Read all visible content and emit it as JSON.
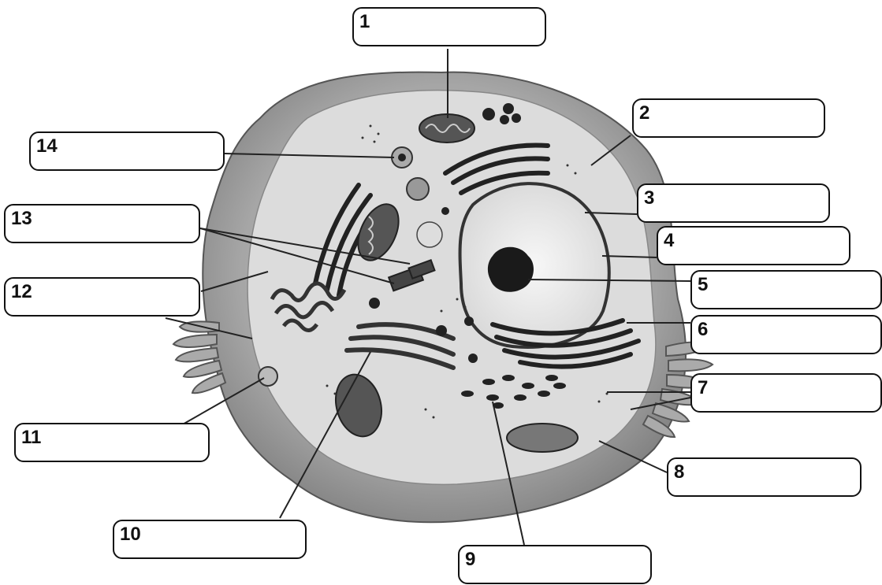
{
  "labels": [
    {
      "id": "1",
      "text": "1"
    },
    {
      "id": "2",
      "text": "2"
    },
    {
      "id": "3",
      "text": "3"
    },
    {
      "id": "4",
      "text": "4"
    },
    {
      "id": "5",
      "text": "5"
    },
    {
      "id": "6",
      "text": "6"
    },
    {
      "id": "7",
      "text": "7"
    },
    {
      "id": "8",
      "text": "8"
    },
    {
      "id": "9",
      "text": "9"
    },
    {
      "id": "10",
      "text": "10"
    },
    {
      "id": "11",
      "text": "11"
    },
    {
      "id": "12",
      "text": "12"
    },
    {
      "id": "13",
      "text": "13"
    },
    {
      "id": "14",
      "text": "14"
    }
  ],
  "colors": {
    "outline": "#111111",
    "cell_outer": "#8f8f8f",
    "cell_inner": "#d9d9d9",
    "nucleus": "#f1f1f1",
    "organelle_dark": "#3a3a3a"
  }
}
